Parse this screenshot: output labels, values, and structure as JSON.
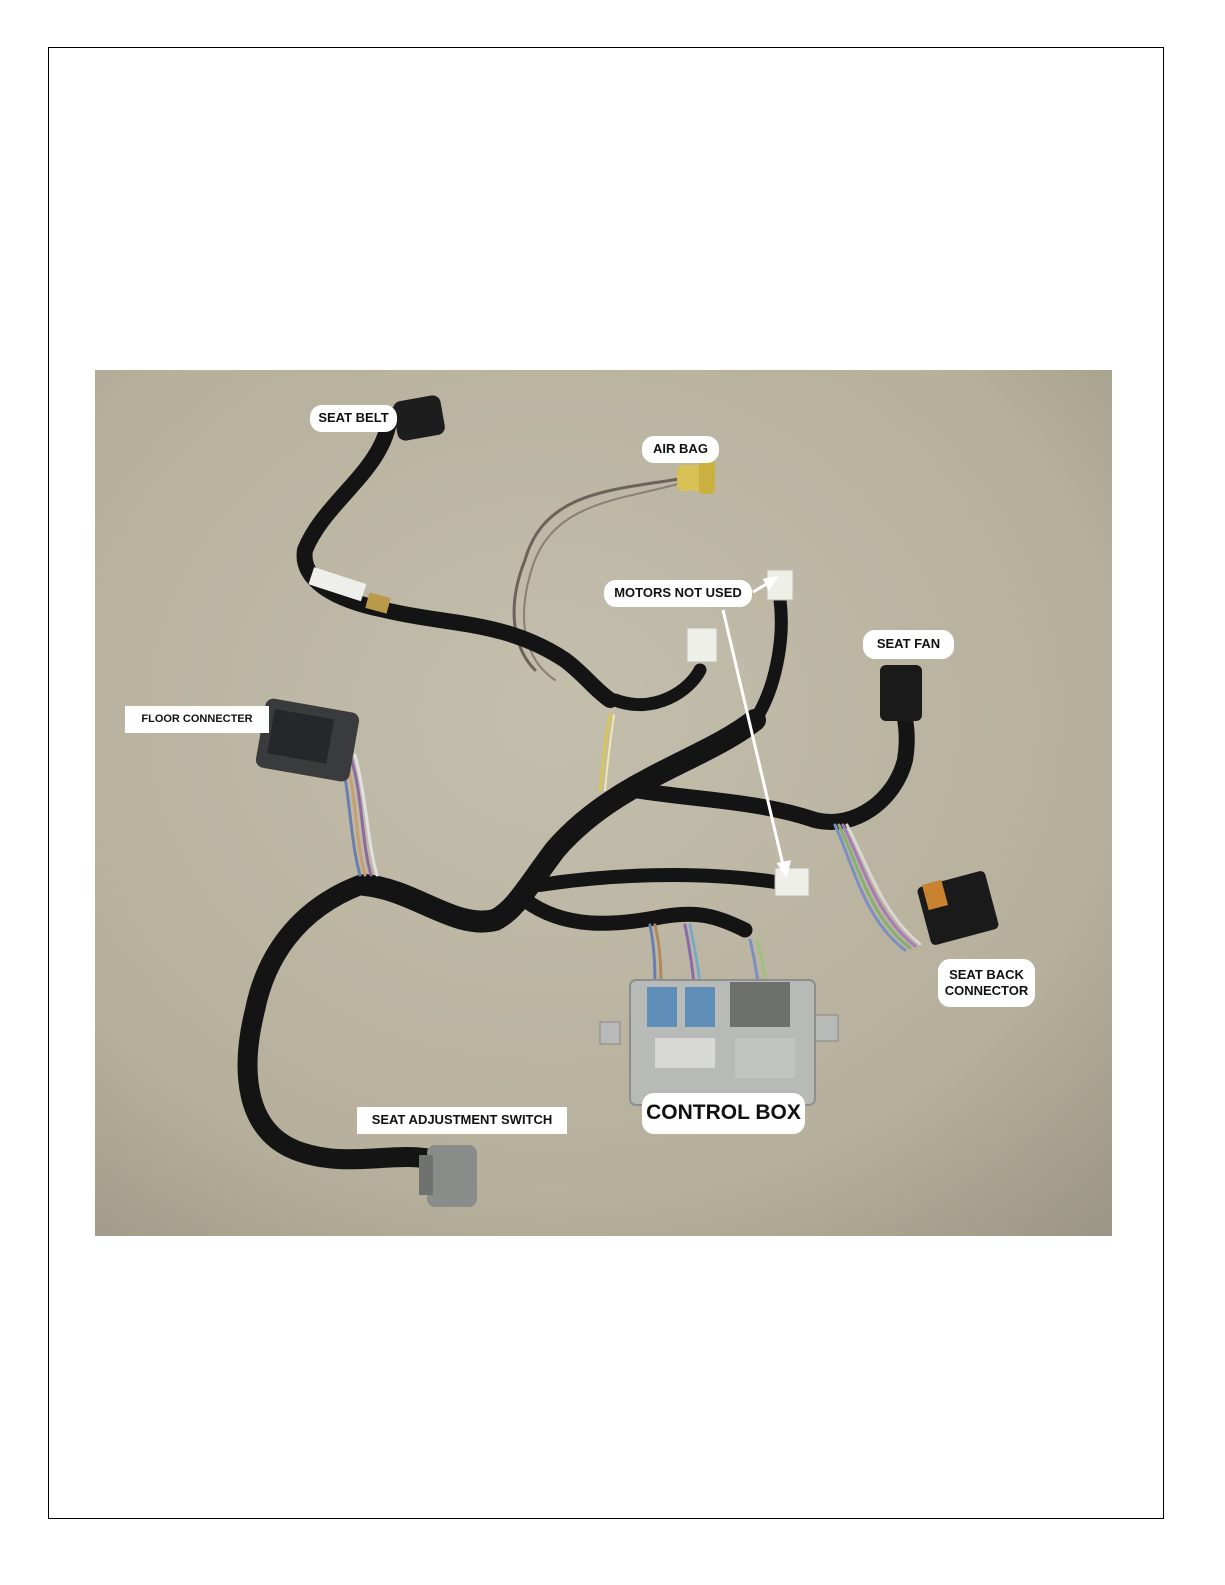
{
  "figure": {
    "labels": {
      "seat_belt": "SEAT BELT",
      "air_bag": "AIR BAG",
      "motors_not_used": "MOTORS NOT USED",
      "seat_fan": "SEAT FAN",
      "floor_connecter": "FLOOR CONNECTER",
      "seat_back_connector_line1": "SEAT BACK",
      "seat_back_connector_line2": "CONNECTOR",
      "seat_adjustment_switch": "SEAT ADJUSTMENT SWITCH",
      "control_box": "CONTROL BOX"
    },
    "colors": {
      "background": "#b9b39f",
      "harness": "#141414",
      "connector_gray": "#8a8c8a",
      "connector_white": "#efefe9",
      "connector_yellow": "#d8c154",
      "control_box": "#b8bab8"
    }
  }
}
